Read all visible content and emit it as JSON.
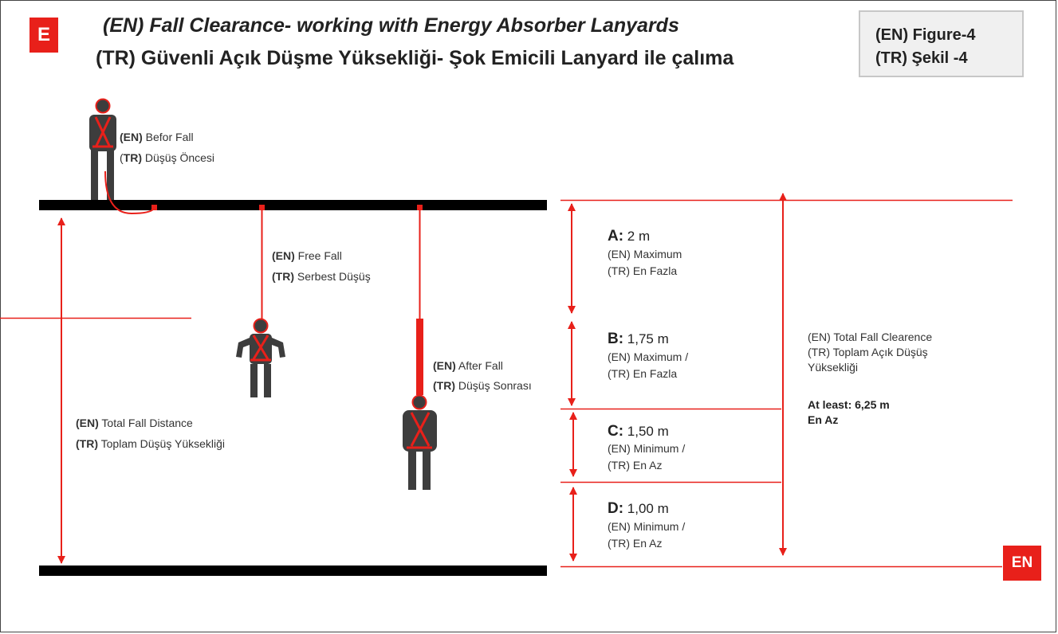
{
  "badges": {
    "top_left": "E",
    "bottom_right": "EN"
  },
  "title": {
    "en": "(EN) Fall Clearance- working with Energy Absorber Lanyards",
    "tr": "(TR) Güvenli Açık Düşme Yüksekliği- Şok Emicili Lanyard ile çalıma"
  },
  "figure_box": {
    "en": "(EN) Figure-4",
    "tr": "(TR) Şekil -4"
  },
  "labels": {
    "before_fall": {
      "en_tag": "(EN)",
      "en_text": " Befor Fall",
      "tr_open": "(",
      "tr_tag": "TR)",
      "tr_text": " Düşüş Öncesi"
    },
    "free_fall": {
      "en_tag": "(EN)",
      "en_text": " Free Fall",
      "tr_tag": "(TR)",
      "tr_text": " Serbest Düşüş"
    },
    "after_fall": {
      "en_tag": "(EN)",
      "en_text": " After Fall",
      "tr_tag": "(TR)",
      "tr_text": " Düşüş Sonrası"
    },
    "total_fall_distance": {
      "en_tag": "(EN)",
      "en_text": " Total Fall Distance",
      "tr_tag": "(TR)",
      "tr_text": " Toplam Düşüş Yüksekliği"
    }
  },
  "segments": [
    {
      "letter": "A:",
      "value": " 2 m",
      "line1": "(EN) Maximum",
      "line2": "(TR) En Fazla"
    },
    {
      "letter": "B:",
      "value": " 1,75 m",
      "line1": "(EN) Maximum /",
      "line2": "(TR) En Fazla"
    },
    {
      "letter": "C:",
      "value": " 1,50 m",
      "line1": "(EN) Minimum /",
      "line2": "(TR) En Az"
    },
    {
      "letter": "D:",
      "value": " 1,00 m",
      "line1": "(EN) Minimum /",
      "line2": "(TR) En Az"
    }
  ],
  "total_clearance": {
    "line1": "(EN) Total Fall Clearence",
    "line2": "(TR) Toplam Açık Düşüş",
    "line3": "Yüksekliği",
    "at_least": "At least: 6,25 m",
    "en_az": "En Az"
  },
  "colors": {
    "accent_red": "#e8201a",
    "platform": "#000000",
    "figure": "#3d3d3d"
  }
}
